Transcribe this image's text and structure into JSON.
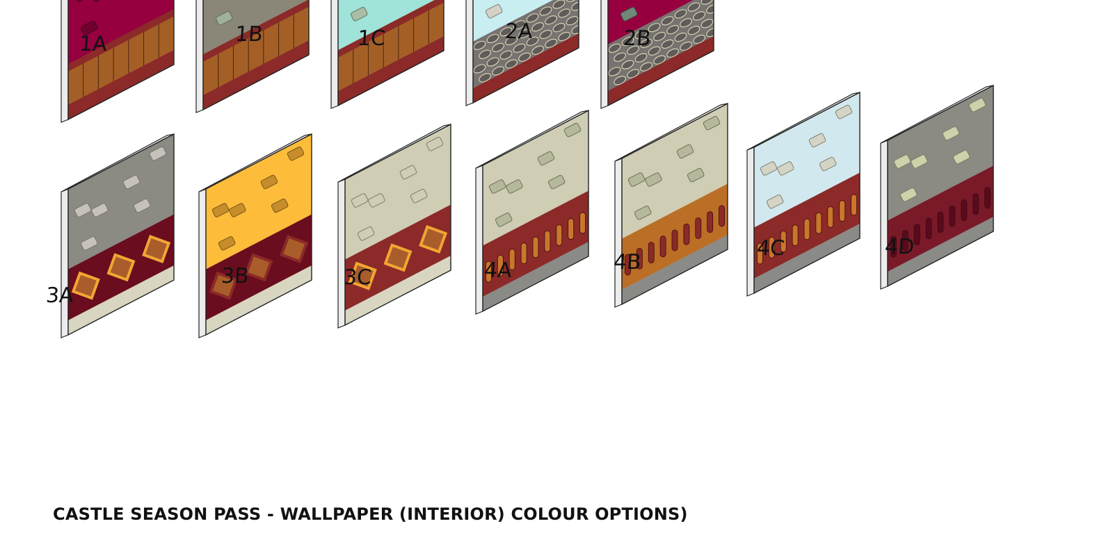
{
  "caption": "CASTLE SEASON PASS - WALLPAPER (INTERIOR) COLOUR OPTIONS)",
  "panels": [
    {
      "label": "1A",
      "wall": "#96003f",
      "brick": "#72002f",
      "panel": "wood",
      "lower": "#a45f26",
      "plinth": "#8b2a28"
    },
    {
      "label": "1B",
      "wall": "#8a8779",
      "brick": "#9fb19b",
      "panel": "wood",
      "lower": "#a45f26",
      "plinth": "#8b2a28"
    },
    {
      "label": "1C",
      "wall": "#9fe3d9",
      "brick": "#a9bea4",
      "panel": "wood",
      "lower": "#a45f26",
      "plinth": "#8b2a28"
    },
    {
      "label": "2A",
      "wall": "#c8eef2",
      "brick": "#d6d1c6",
      "panel": "stone",
      "lower": "#777370",
      "plinth": "#8b2a28"
    },
    {
      "label": "2B",
      "wall": "#96003f",
      "brick": "#6f8877",
      "panel": "stone",
      "lower": "#777370",
      "plinth": "#8b2a28"
    },
    {
      "label": "3A",
      "wall": "#8b8a83",
      "brick": "#c7c1bc",
      "panel": "diamond",
      "lower": "#6a0d1e",
      "plinth": "#d8d6c0"
    },
    {
      "label": "3B",
      "wall": "#fdbd3b",
      "brick": "#c78d2a",
      "panel": "diamond-dark",
      "lower": "#6a0d1e",
      "plinth": "#d8d6c0"
    },
    {
      "label": "3C",
      "wall": "#cfcdb4",
      "brick": "#cfcdb4",
      "panel": "diamond",
      "lower": "#8b2a28",
      "plinth": "#d8d6c0"
    },
    {
      "label": "4A",
      "wall": "#cfcdb4",
      "brick": "#b5b89a",
      "panel": "arch",
      "lower": "#8b2a28",
      "plinth": "#8a8a86"
    },
    {
      "label": "4B",
      "wall": "#cfcdb4",
      "brick": "#b5b89a",
      "panel": "arch-orange",
      "lower": "#bb6e25",
      "plinth": "#8a8a86"
    },
    {
      "label": "4C",
      "wall": "#d1e9ee",
      "brick": "#d3d4c4",
      "panel": "arch",
      "lower": "#8b2a28",
      "plinth": "#8a8a86"
    },
    {
      "label": "4D",
      "wall": "#8b8a83",
      "brick": "#cfd1aa",
      "panel": "arch-dark",
      "lower": "#7a1a28",
      "plinth": "#8a8a86"
    }
  ]
}
